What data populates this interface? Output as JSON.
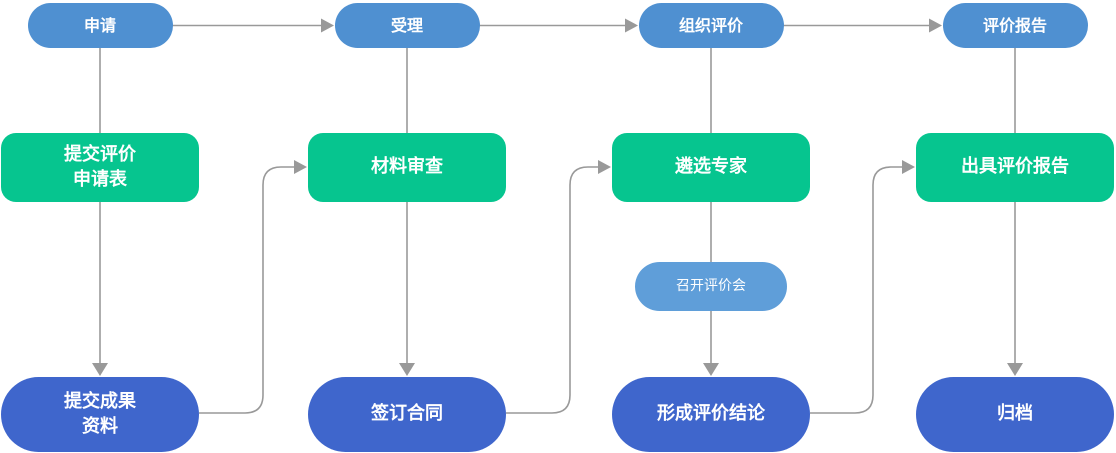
{
  "colors": {
    "stage-blue": "#4f90d1",
    "meeting-blue": "#5f9ed9",
    "process-green": "#06c58f",
    "result-blue": "#3f66cc",
    "connector-gray": "#999999",
    "text-white": "#ffffff",
    "background": "#ffffff"
  },
  "flow": {
    "stages": [
      {
        "id": "apply",
        "label": "申请"
      },
      {
        "id": "accept",
        "label": "受理"
      },
      {
        "id": "organize-evaluation",
        "label": "组织评价"
      },
      {
        "id": "evaluation-report",
        "label": "评价报告"
      }
    ],
    "processes": [
      {
        "id": "submit-evaluation-application-form",
        "label": "提交评价\n申请表"
      },
      {
        "id": "material-review",
        "label": "材料审查"
      },
      {
        "id": "select-experts",
        "label": "遴选专家"
      },
      {
        "id": "issue-evaluation-report",
        "label": "出具评价报告"
      }
    ],
    "meeting": {
      "id": "hold-evaluation-meeting",
      "label": "召开评价会"
    },
    "results": [
      {
        "id": "submit-achievement-materials",
        "label": "提交成果\n资料"
      },
      {
        "id": "sign-contract",
        "label": "签订合同"
      },
      {
        "id": "form-evaluation-conclusion",
        "label": "形成评价结论"
      },
      {
        "id": "archive",
        "label": "归档"
      }
    ]
  }
}
